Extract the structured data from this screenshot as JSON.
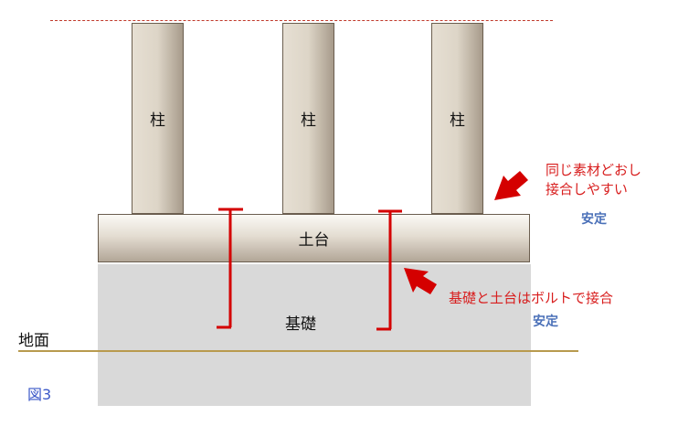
{
  "labels": {
    "post": "柱",
    "sill": "土台",
    "foundation": "基礎",
    "ground": "地面",
    "figure": "図3"
  },
  "notes": {
    "upper_line1": "同じ素材どおし",
    "upper_line2": "接合しやすい",
    "upper_stable": "安定",
    "lower_line1": "基礎と土台はボルトで接合",
    "lower_stable": "安定"
  },
  "colors": {
    "bolt": "#d40000",
    "arrow": "#d40000",
    "note_text": "#d81e1e",
    "stable_text": "#4a70b8",
    "figure_text": "#3b58c8",
    "ground_line": "#b89a4e",
    "foundation_fill": "#d9d9d9"
  }
}
